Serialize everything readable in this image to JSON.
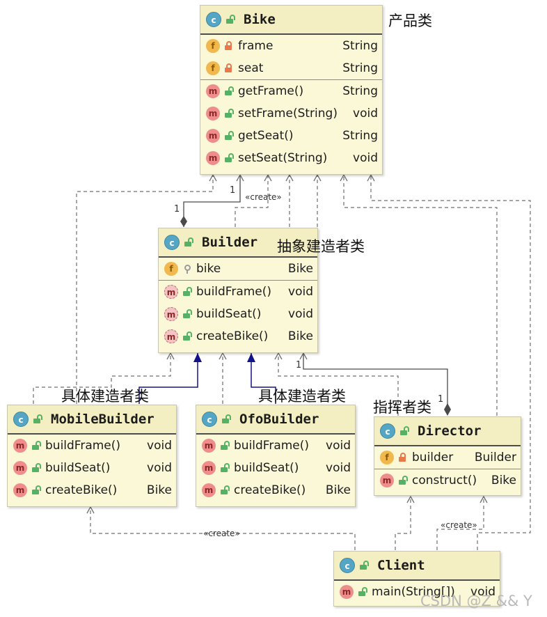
{
  "classes": {
    "bike": {
      "name": "Bike",
      "fields": [
        {
          "name": "frame",
          "type": "String"
        },
        {
          "name": "seat",
          "type": "String"
        }
      ],
      "methods": [
        {
          "name": "getFrame()",
          "type": "String"
        },
        {
          "name": "setFrame(String)",
          "type": "void"
        },
        {
          "name": "getSeat()",
          "type": "String"
        },
        {
          "name": "setSeat(String)",
          "type": "void"
        }
      ]
    },
    "builder": {
      "name": "Builder",
      "fields": [
        {
          "name": "bike",
          "type": "Bike"
        }
      ],
      "methods": [
        {
          "name": "buildFrame()",
          "type": "void"
        },
        {
          "name": "buildSeat()",
          "type": "void"
        },
        {
          "name": "createBike()",
          "type": "Bike"
        }
      ]
    },
    "mobile_builder": {
      "name": "MobileBuilder",
      "methods": [
        {
          "name": "buildFrame()",
          "type": "void"
        },
        {
          "name": "buildSeat()",
          "type": "void"
        },
        {
          "name": "createBike()",
          "type": "Bike"
        }
      ]
    },
    "ofo_builder": {
      "name": "OfoBuilder",
      "methods": [
        {
          "name": "buildFrame()",
          "type": "void"
        },
        {
          "name": "buildSeat()",
          "type": "void"
        },
        {
          "name": "createBike()",
          "type": "Bike"
        }
      ]
    },
    "director": {
      "name": "Director",
      "fields": [
        {
          "name": "builder",
          "type": "Builder"
        }
      ],
      "methods": [
        {
          "name": "construct()",
          "type": "Bike"
        }
      ]
    },
    "client": {
      "name": "Client",
      "methods": [
        {
          "name": "main(String[])",
          "type": "void"
        }
      ]
    }
  },
  "annotations": {
    "bike": "产品类",
    "builder": "抽象建造者类",
    "mobile_builder": "具体建造者类",
    "ofo_builder": "具体建造者类",
    "director": "指挥者类"
  },
  "labels": {
    "create_bike": "«create»",
    "create_mobile": "«create»",
    "create_director": "«create»",
    "mult_builder_bike_top": "1",
    "mult_builder_bike_side": "1",
    "mult_director_top": "1",
    "mult_director_side": "1"
  },
  "watermark": "CSDN @Z && Y",
  "colors": {
    "class_bg": "#fbf8d8",
    "class_header_bg": "#f3efc3",
    "inheritance": "#13138a",
    "dependency": "#6f6f6f"
  }
}
